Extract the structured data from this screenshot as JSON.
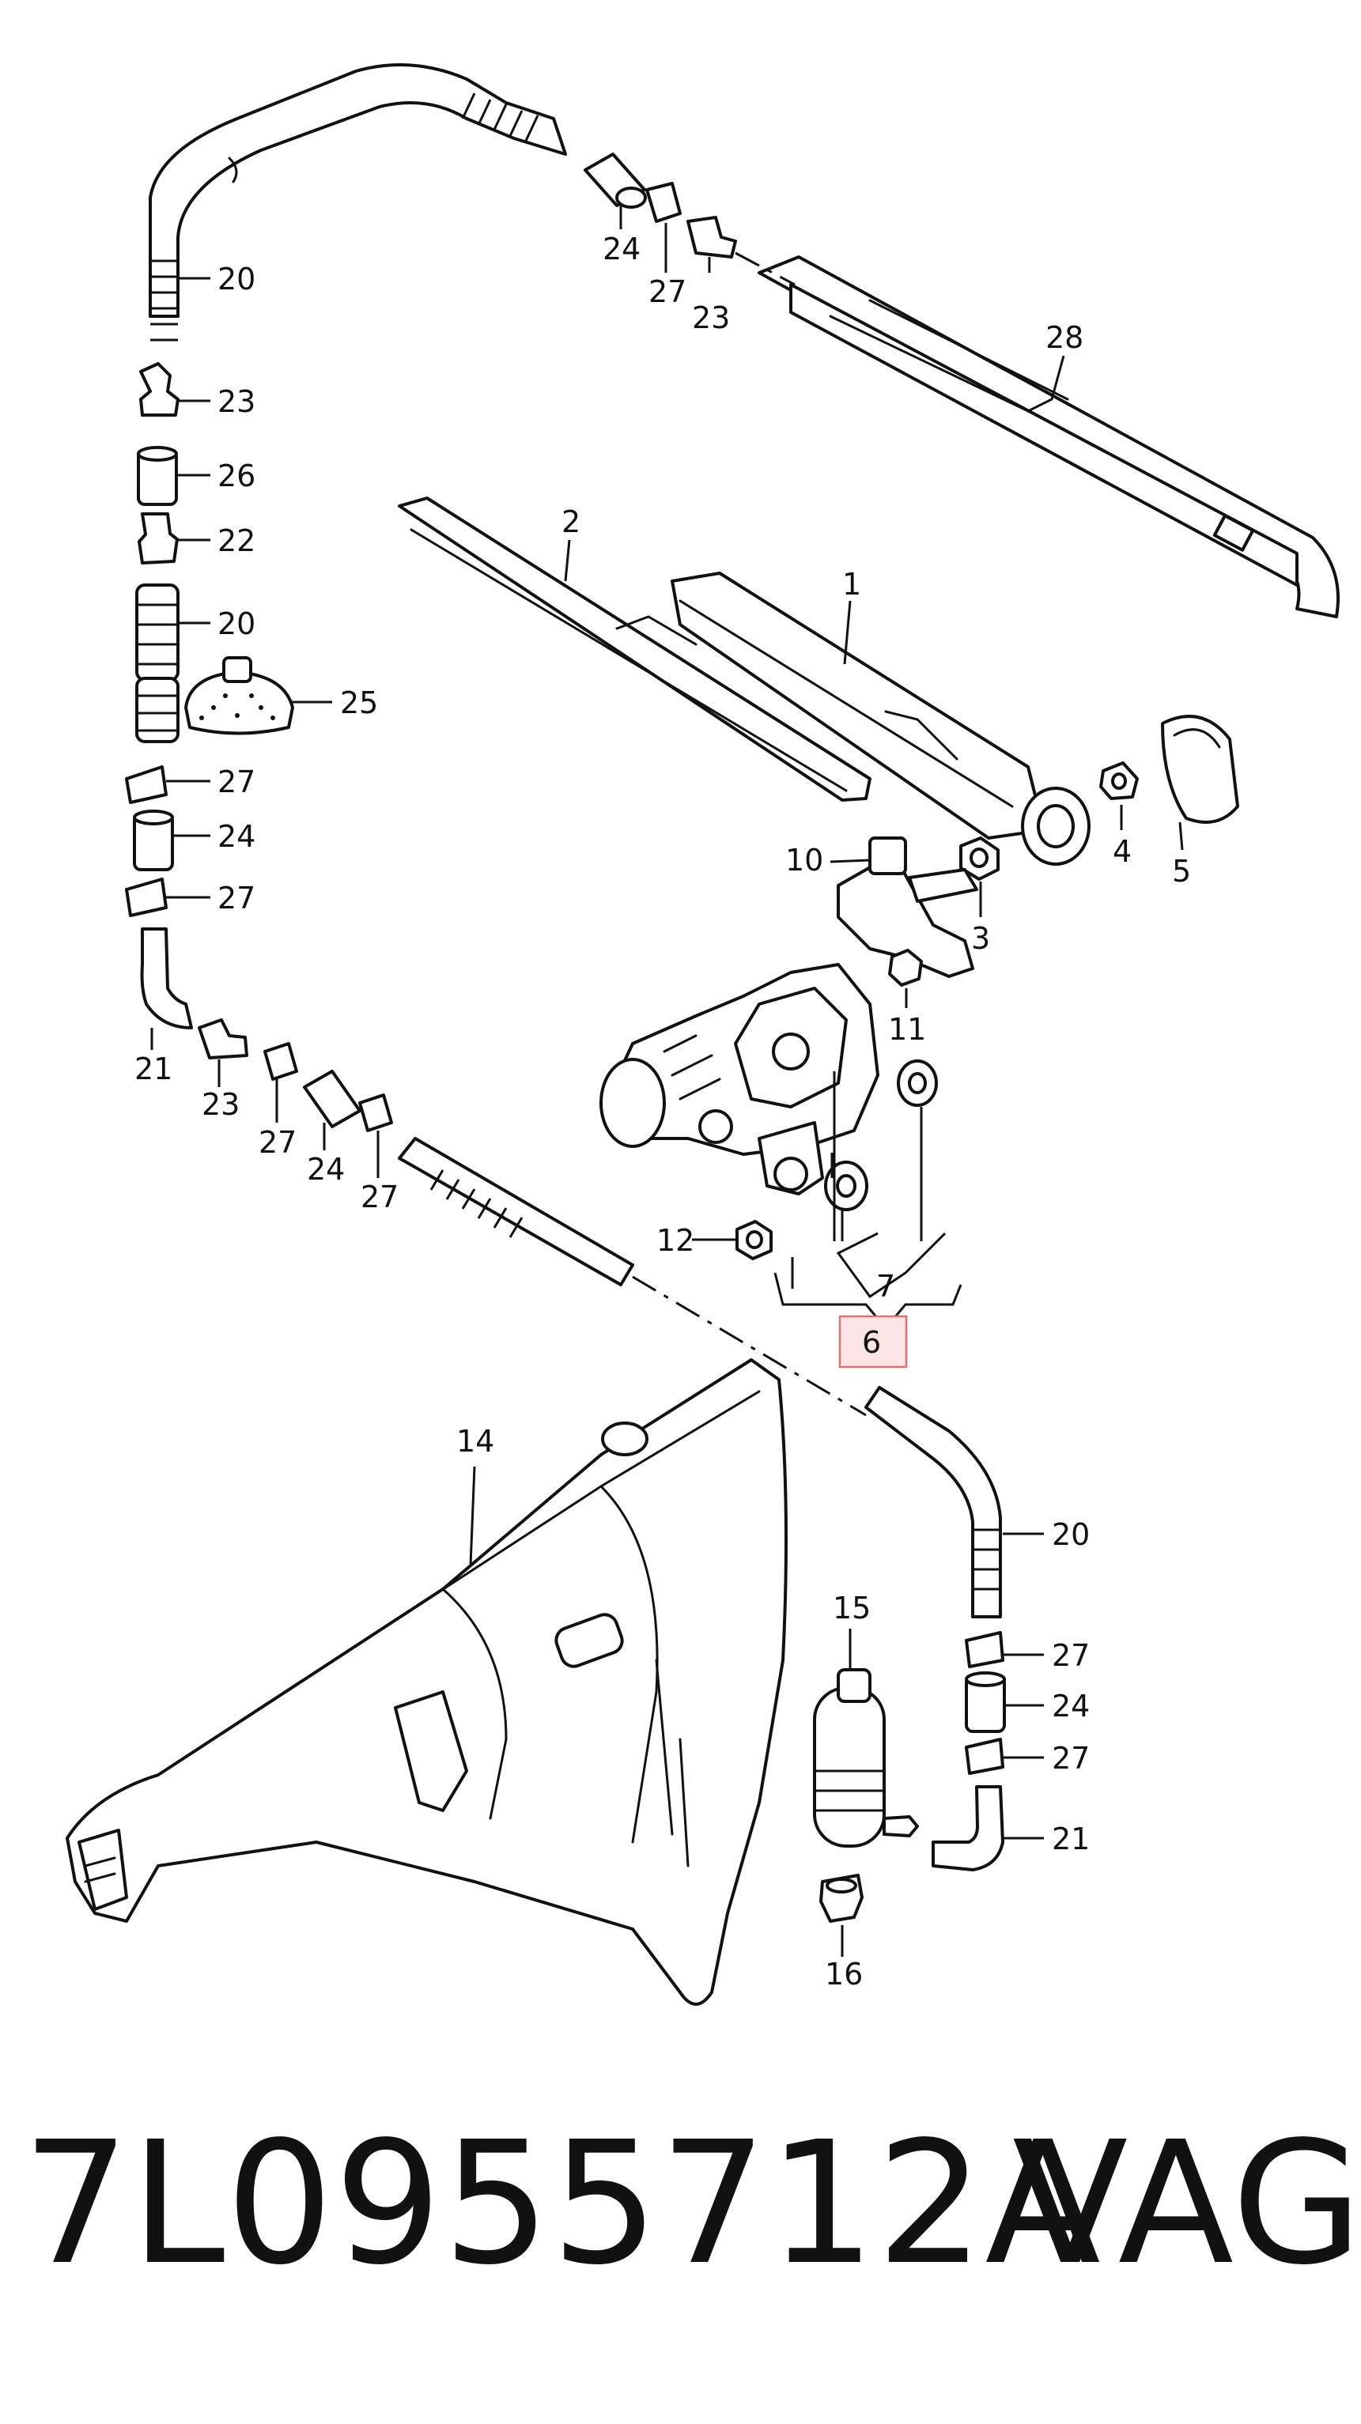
{
  "diagram": {
    "callouts": {
      "c1": "1",
      "c2": "2",
      "c3": "3",
      "c4": "4",
      "c5": "5",
      "c6": "6",
      "c7": "7",
      "c10": "10",
      "c11": "11",
      "c12": "12",
      "c14": "14",
      "c15": "15",
      "c16": "16",
      "c20a": "20",
      "c20b": "20",
      "c20c": "20",
      "c21a": "21",
      "c21b": "21",
      "c22": "22",
      "c23a": "23",
      "c23b": "23",
      "c23c": "23",
      "c24a": "24",
      "c24b": "24",
      "c24c": "24",
      "c24d": "24",
      "c25": "25",
      "c26": "26",
      "c27a": "27",
      "c27b": "27",
      "c27c": "27",
      "c27d": "27",
      "c27e": "27",
      "c27f": "27",
      "c27g": "27",
      "c28": "28"
    },
    "highlighted_callout": "6",
    "colors": {
      "line": "#111111",
      "highlight_fill": "#fde5e5",
      "highlight_stroke": "#e07070"
    }
  },
  "footer": {
    "part_number": "7L0955712A",
    "brand": "VAG"
  }
}
